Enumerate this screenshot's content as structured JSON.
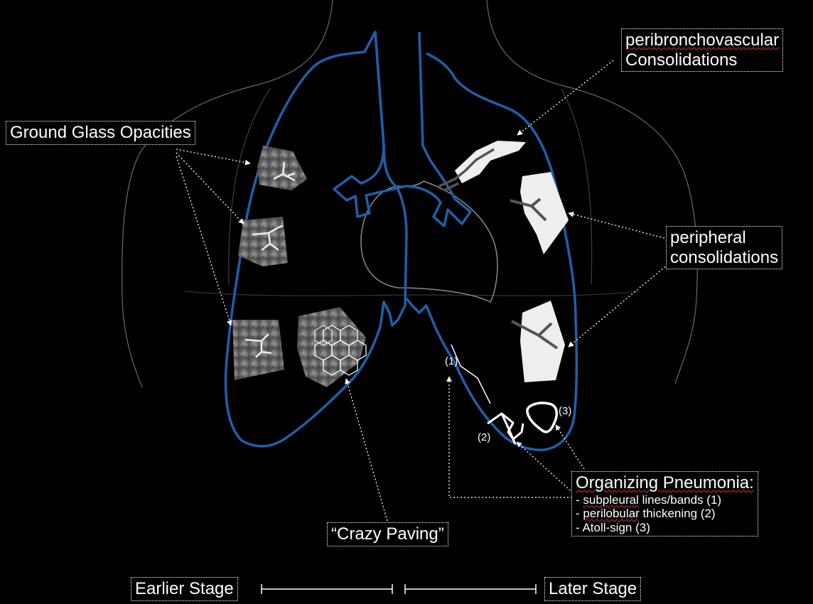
{
  "labels": {
    "ggo": "Ground Glass Opacities",
    "pbv_line1": "peribronchovascular",
    "pbv_line2": "Consolidations",
    "peri_line1": "peripheral",
    "peri_line2": "consolidations",
    "crazy": "“Crazy Paving”",
    "op_title": "Organizing Pneumonia:",
    "op_item1_prefix": "- ",
    "op_item1_word": "subpleural",
    "op_item1_rest": " lines/bands (1)",
    "op_item2_prefix": "- ",
    "op_item2_word": "perilobular",
    "op_item2_rest": " thickening (2)",
    "op_item3": "- Atoll-sign (3)",
    "earlier": "Earlier Stage",
    "later": "Later Stage"
  },
  "markers": {
    "m1": "(1)",
    "m2": "(2)",
    "m3": "(3)"
  },
  "colors": {
    "background": "#000000",
    "lung_outline": "#1f5fa8",
    "airway": "#1f5fa8",
    "text": "#ffffff",
    "spellcheck_underline": "#dd3333"
  }
}
